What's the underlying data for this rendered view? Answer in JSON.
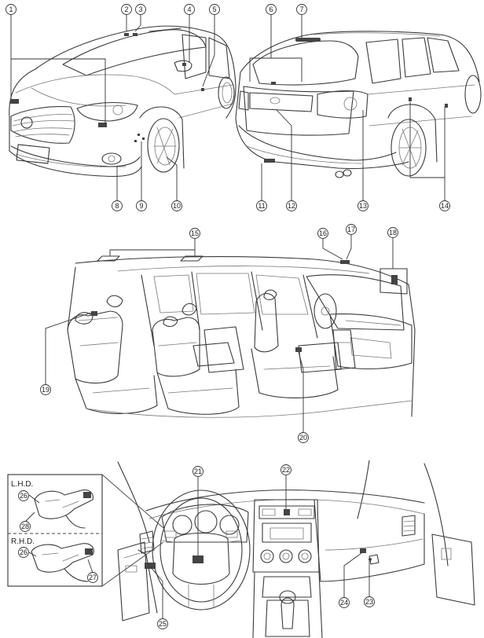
{
  "callouts": {
    "c1": "1",
    "c2": "2",
    "c3": "3",
    "c4": "4",
    "c5": "5",
    "c6": "6",
    "c7": "7",
    "c8": "8",
    "c9": "9",
    "c10": "10",
    "c11": "11",
    "c12": "12",
    "c13": "13",
    "c14": "14",
    "c15": "15",
    "c16": "16",
    "c17": "17",
    "c18": "18",
    "c19": "19",
    "c20": "20",
    "c21": "21",
    "c22": "22",
    "c23": "23",
    "c24": "24",
    "c25": "25",
    "c26a": "26",
    "c26b": "26",
    "c27": "27",
    "c28": "28"
  },
  "inset": {
    "lhd_label": "L.H.D.",
    "rhd_label": "R.H.D."
  }
}
